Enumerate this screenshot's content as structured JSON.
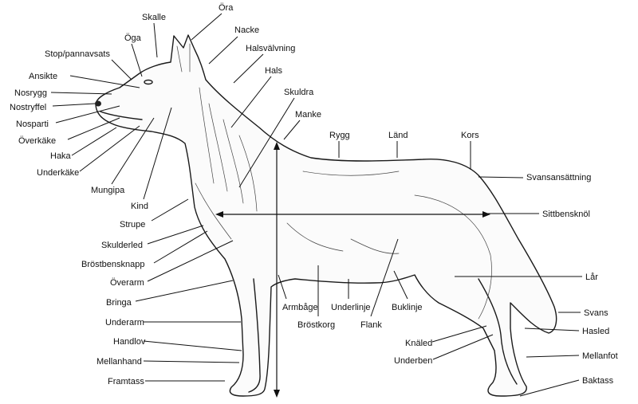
{
  "labels": {
    "skalle": "Skalle",
    "ora": "Öra",
    "oga": "Öga",
    "nacke": "Nacke",
    "stop": "Stop/pannavsats",
    "halsvalvning": "Halsvälvning",
    "ansikte": "Ansikte",
    "hals": "Hals",
    "nosrygg": "Nosrygg",
    "skuldra": "Skuldra",
    "nostryffel": "Nostryffel",
    "manke": "Manke",
    "nosparti": "Nosparti",
    "rygg": "Rygg",
    "land": "Länd",
    "kors": "Kors",
    "overkake": "Överkäke",
    "haka": "Haka",
    "underkake": "Underkäke",
    "svansansattning": "Svansansättning",
    "mungipa": "Mungipa",
    "kind": "Kind",
    "sittbensknol": "Sittbensknöl",
    "strupe": "Strupe",
    "skulderled": "Skulderled",
    "brostbensknapp": "Bröstbensknapp",
    "lar": "Lår",
    "overarm": "Överarm",
    "bringa": "Bringa",
    "armbage": "Armbåge",
    "underlinje": "Underlinje",
    "buklinje": "Buklinje",
    "svans": "Svans",
    "brostkorg": "Bröstkorg",
    "flank": "Flank",
    "underarm": "Underarm",
    "hasled": "Hasled",
    "knaled": "Knäled",
    "handlov": "Handlov",
    "mellanfot": "Mellanfot",
    "underben": "Underben",
    "mellanhand": "Mellanhand",
    "baktass": "Baktass",
    "framtass": "Framtass"
  }
}
